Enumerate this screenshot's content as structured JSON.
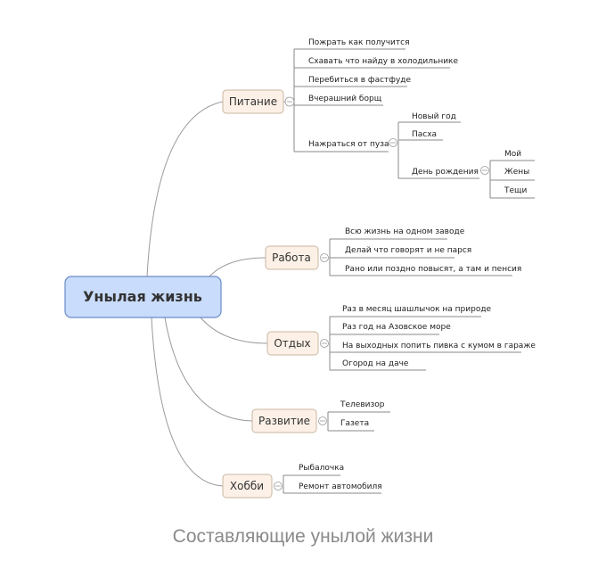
{
  "central": "Унылая жизнь",
  "branches": {
    "food": {
      "label": "Питание",
      "items": [
        "Пожрать как получится",
        "Схавать что найду в холодильнике",
        "Перебиться в фастфуде",
        "Вчерашний борщ",
        "Нажраться от пуза"
      ],
      "sub": {
        "items": [
          "Новый год",
          "Пасха",
          "День рождения"
        ],
        "birthday": [
          "Мой",
          "Жены",
          "Тещи"
        ]
      }
    },
    "work": {
      "label": "Работа",
      "items": [
        "Всю жизнь на одном заводе",
        "Делай что говорят и не парся",
        "Рано или поздно повысят, а там и пенсия"
      ]
    },
    "rest": {
      "label": "Отдых",
      "items": [
        "Раз в месяц шашлычок на природе",
        "Раз год на Азовское море",
        "На выходных попить пивка с кумом в гараже",
        "Огород на даче"
      ]
    },
    "growth": {
      "label": "Развитие",
      "items": [
        "Телевизор",
        "Газета"
      ]
    },
    "hobby": {
      "label": "Хобби",
      "items": [
        "Рыбалочка",
        "Ремонт автомобиля"
      ]
    }
  },
  "caption": "Составляющие унылой жизни"
}
